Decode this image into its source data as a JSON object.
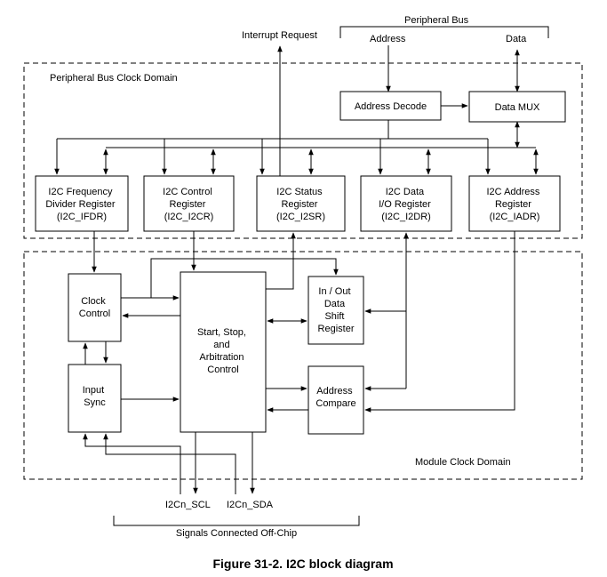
{
  "labels": {
    "peripheral_bus": "Peripheral Bus",
    "address": "Address",
    "data": "Data",
    "interrupt_request": "Interrupt Request",
    "peripheral_bus_clock_domain": "Peripheral Bus Clock Domain",
    "module_clock_domain": "Module Clock Domain",
    "i2cn_scl": "I2Cn_SCL",
    "i2cn_sda": "I2Cn_SDA",
    "off_chip": "Signals Connected Off-Chip"
  },
  "blocks": {
    "address_decode": [
      "Address Decode"
    ],
    "data_mux": [
      "Data MUX"
    ],
    "ifdr": [
      "I2C Frequency",
      "Divider Register",
      "(I2C_IFDR)"
    ],
    "i2cr": [
      "I2C Control",
      "Register",
      "(I2C_I2CR)"
    ],
    "i2sr": [
      "I2C Status",
      "Register",
      "(I2C_I2SR)"
    ],
    "i2dr": [
      "I2C Data",
      "I/O Register",
      "(I2C_I2DR)"
    ],
    "iadr": [
      "I2C Address",
      "Register",
      "(I2C_IADR)"
    ],
    "clock_control": [
      "Clock",
      "Control"
    ],
    "input_sync": [
      "Input",
      "Sync"
    ],
    "start_stop": [
      "Start,  Stop,",
      "and",
      "Arbitration",
      "Control"
    ],
    "shift_register": [
      "In / Out",
      "Data",
      "Shift",
      "Register"
    ],
    "address_compare": [
      "Address",
      "Compare"
    ]
  },
  "caption": "Figure 31-2. I2C block diagram"
}
